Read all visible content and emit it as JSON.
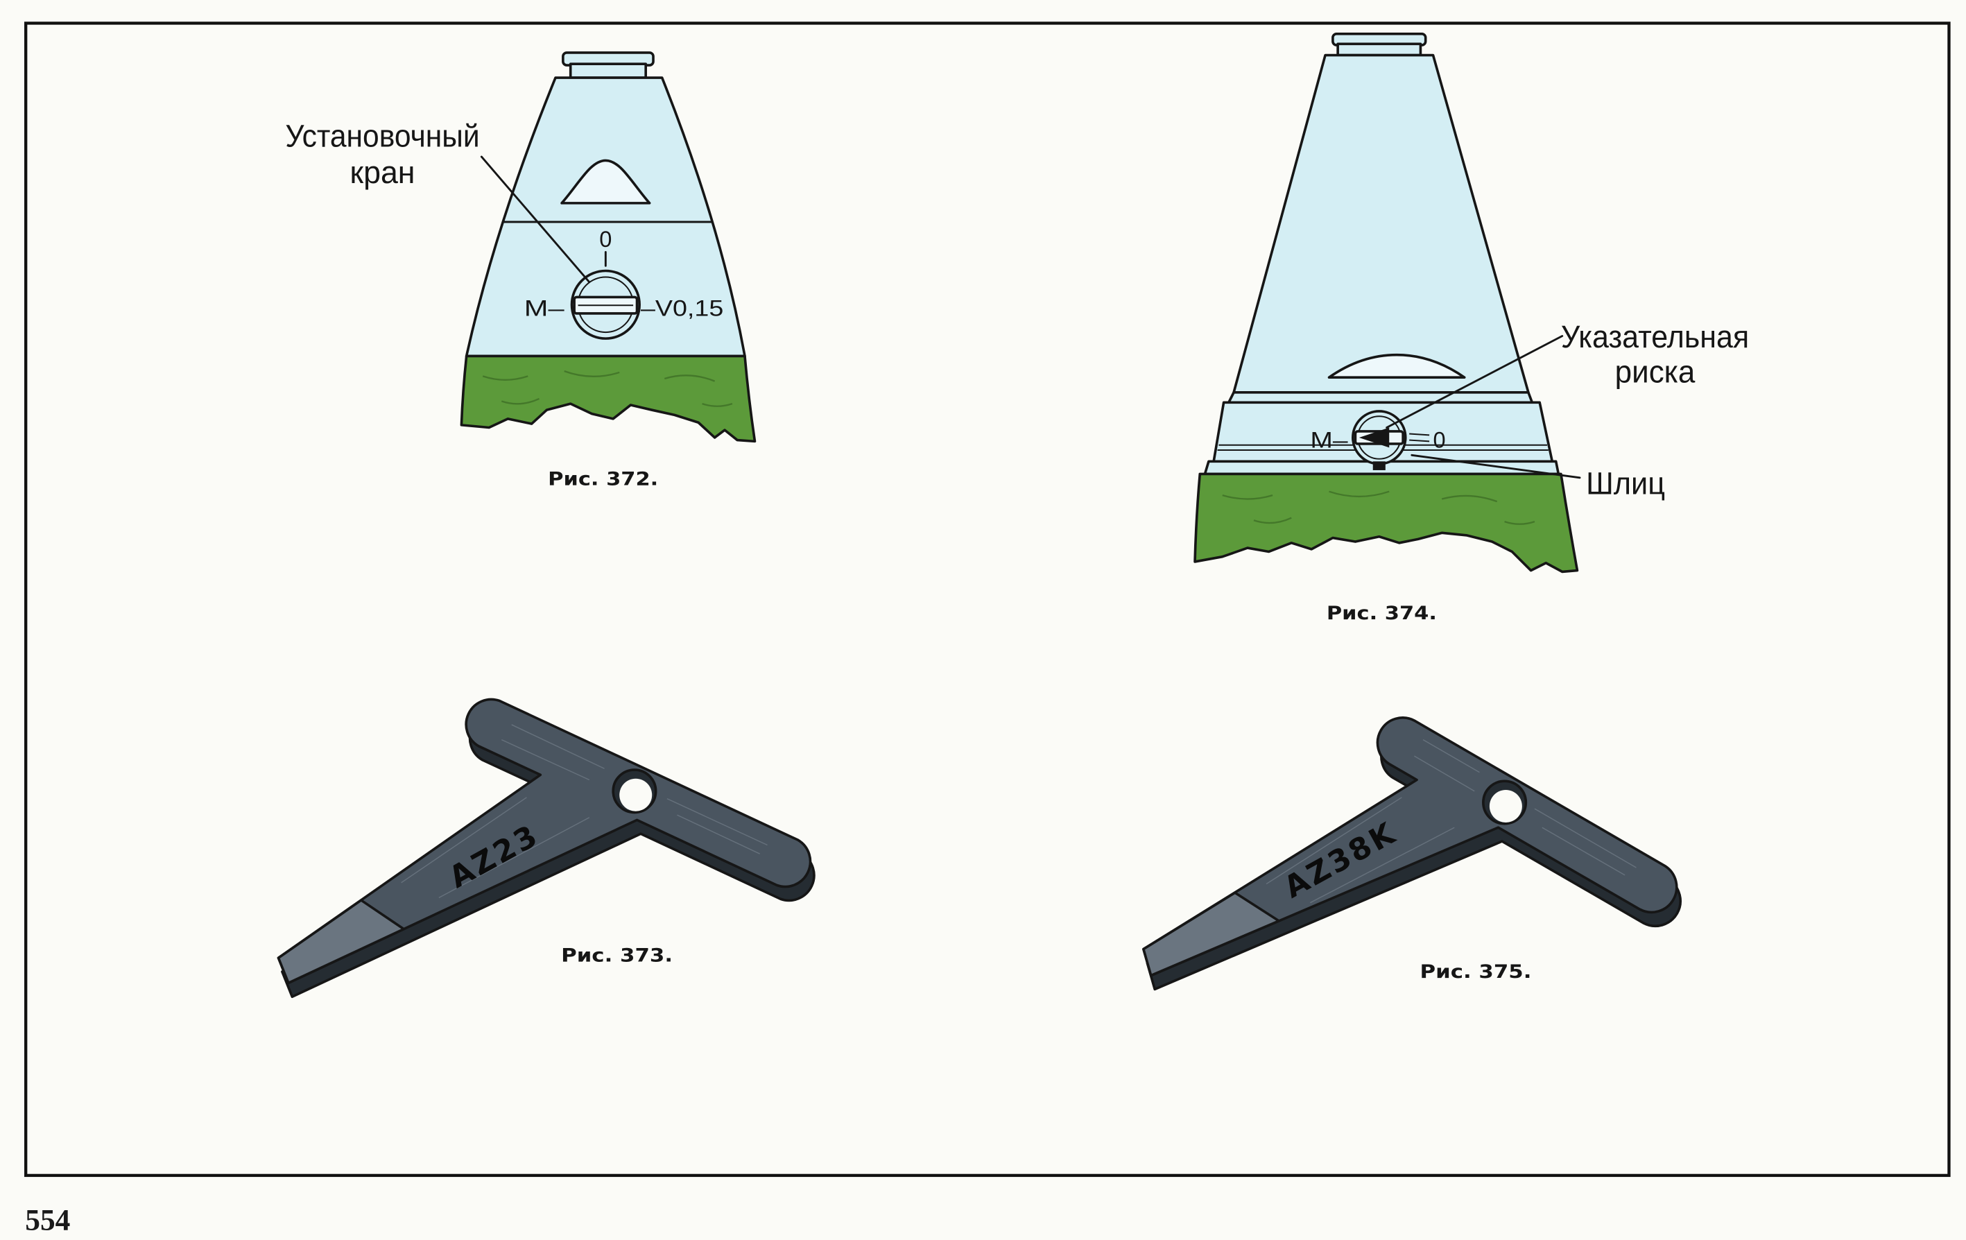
{
  "page_number": "554",
  "colors": {
    "page_background": "#fbfbf7",
    "fuse_body": "#d4eef4",
    "fuse_window": "#eef8fb",
    "fuse_base": "#5c9a3a",
    "key_top": "#4a5560",
    "key_side": "#252c32",
    "key_bevel": "#6a7580"
  },
  "fig372": {
    "caption": "Рис. 372.",
    "label": [
      "Установочный",
      "кран"
    ],
    "mark_top": "0",
    "mark_left": "M–",
    "mark_right": "–V0,15"
  },
  "fig373": {
    "caption": "Рис. 373.",
    "marking": "AZ23"
  },
  "fig374": {
    "caption": "Рис. 374.",
    "label_pointer": [
      "Указательная",
      "риска"
    ],
    "label_slot": "Шлиц",
    "mark_left": "M–",
    "mark_right": "0"
  },
  "fig375": {
    "caption": "Рис. 375.",
    "marking": "AZ38K"
  }
}
